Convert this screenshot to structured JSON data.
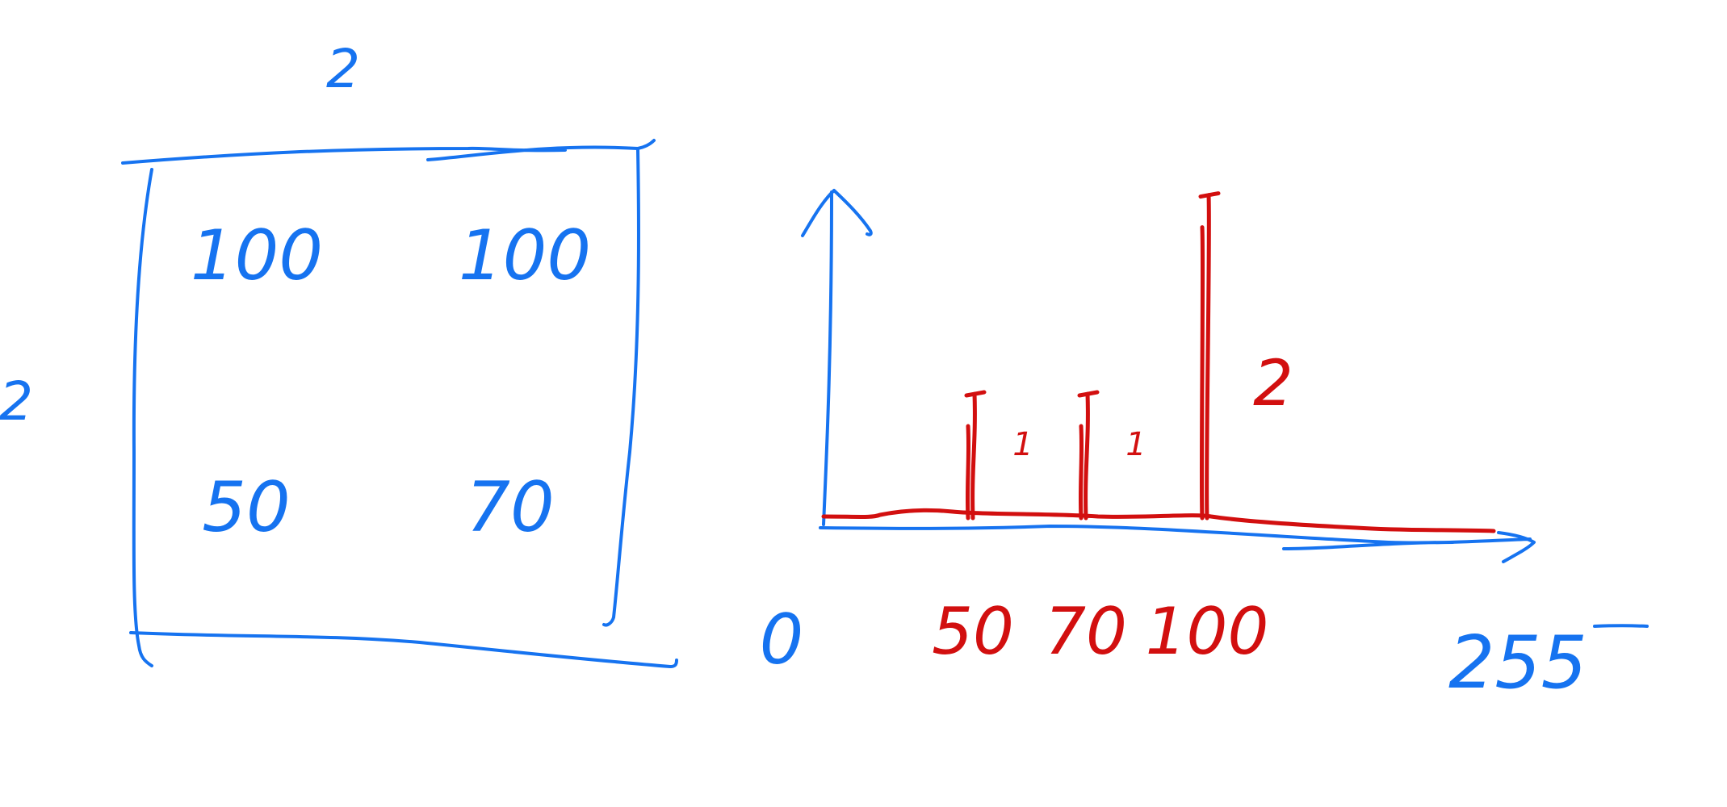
{
  "colors": {
    "matrix_ink": "#1673f0",
    "histogram_ink": "#d20f0f",
    "background": "#ffffff"
  },
  "matrix": {
    "width_label": "2",
    "height_label": "2",
    "cells": [
      [
        "100",
        "100"
      ],
      [
        "50",
        "70"
      ]
    ]
  },
  "histogram": {
    "axis_min_label": "0",
    "axis_max_label": "255",
    "bins": [
      {
        "label": "50",
        "count": 1,
        "count_label": "1"
      },
      {
        "label": "70",
        "count": 1,
        "count_label": "1"
      },
      {
        "label": "100",
        "count": 2,
        "count_label": "2"
      }
    ]
  }
}
